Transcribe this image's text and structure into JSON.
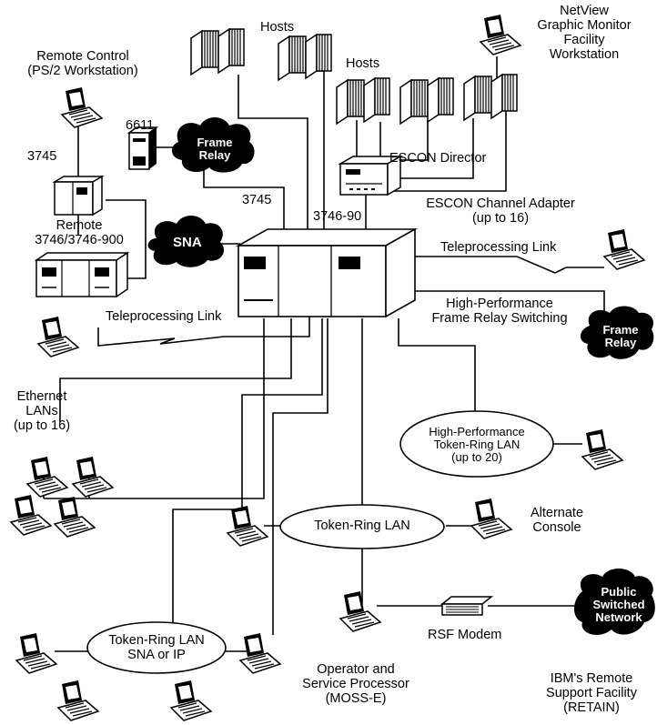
{
  "labels": {
    "remote_control": [
      "Remote Control",
      "(PS/2 Workstation)"
    ],
    "hosts_top": "Hosts",
    "hosts_right": "Hosts",
    "netview": [
      "NetView",
      "Graphic Monitor",
      "Facility",
      "Workstation"
    ],
    "modem_6611": "6611",
    "frame_relay_top": [
      "Frame",
      "Relay"
    ],
    "label_3745_left": "3745",
    "label_3745_link": "3745",
    "escon_director": "ESCON Director",
    "remote_3746": [
      "Remote",
      "3746/3746-900"
    ],
    "label_3746_90": "3746-90",
    "escon_adapter": [
      "ESCON Channel Adapter",
      "(up to 16)"
    ],
    "teleprocessing_right": "Teleprocessing Link",
    "sna": "SNA",
    "hp_frame_relay_switching": [
      "High-Performance",
      "Frame Relay Switching"
    ],
    "frame_relay_right": [
      "Frame",
      "Relay"
    ],
    "teleprocessing_left": "Teleprocessing Link",
    "ethernet": [
      "Ethernet",
      "LANs",
      "(up to 16)"
    ],
    "hp_token_ring": [
      "High-Performance",
      "Token-Ring LAN",
      "(up to 20)"
    ],
    "token_ring_lan": "Token-Ring LAN",
    "alternate_console": [
      "Alternate",
      "Console"
    ],
    "public_switched_network": [
      "Public",
      "Switched",
      "Network"
    ],
    "rsf_modem": "RSF Modem",
    "token_ring_sna_ip": [
      "Token-Ring LAN",
      "SNA or IP"
    ],
    "operator": [
      "Operator and",
      "Service Processor",
      "(MOSS-E)"
    ],
    "ibm_remote_support": [
      "IBM's Remote",
      "Support Facility",
      "(RETAIN)"
    ]
  }
}
